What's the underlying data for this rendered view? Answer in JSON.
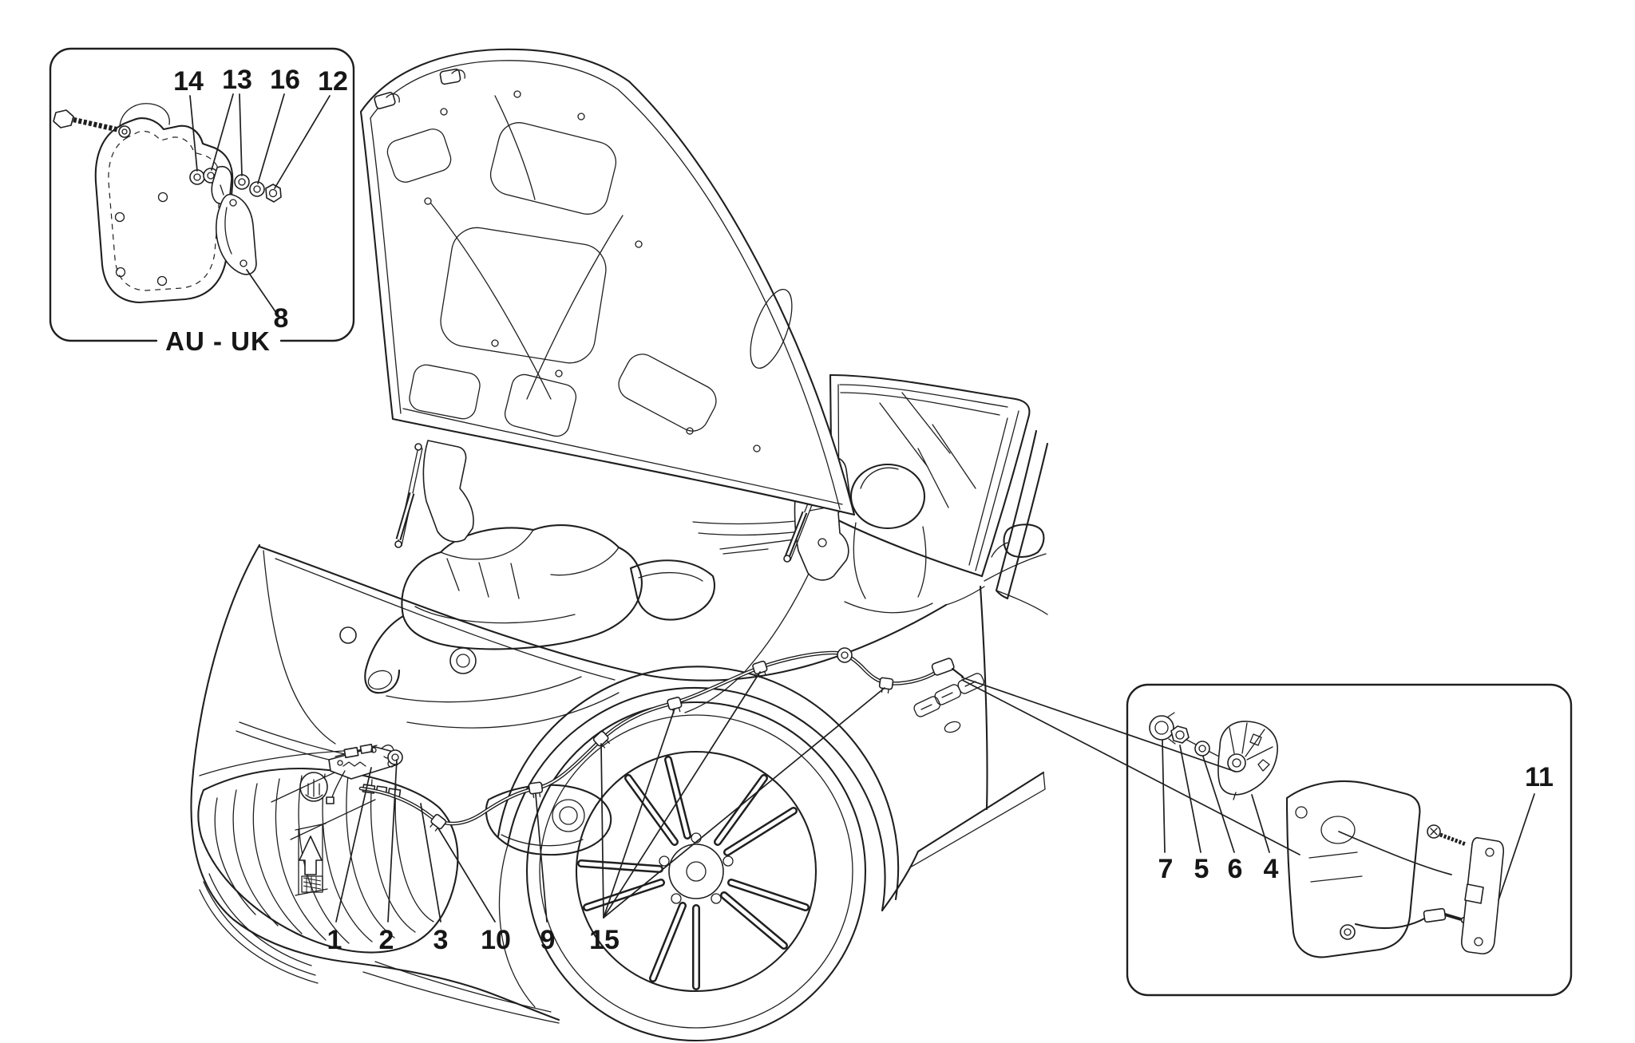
{
  "colors": {
    "background": "#ffffff",
    "line": "#1f1f1f",
    "text": "#161616"
  },
  "main_view": {
    "description": "line-art of car with open bonnet, release cable and clips",
    "callouts": [
      {
        "label": "1"
      },
      {
        "label": "2"
      },
      {
        "label": "3"
      },
      {
        "label": "10"
      },
      {
        "label": "9"
      },
      {
        "label": "15"
      }
    ]
  },
  "insets": {
    "au_uk": {
      "caption": "AU - UK",
      "callouts": [
        {
          "label": "14"
        },
        {
          "label": "13"
        },
        {
          "label": "16"
        },
        {
          "label": "12"
        },
        {
          "label": "8"
        }
      ]
    },
    "release_handle": {
      "callouts": [
        {
          "label": "7"
        },
        {
          "label": "5"
        },
        {
          "label": "6"
        },
        {
          "label": "4"
        },
        {
          "label": "11"
        }
      ]
    }
  }
}
